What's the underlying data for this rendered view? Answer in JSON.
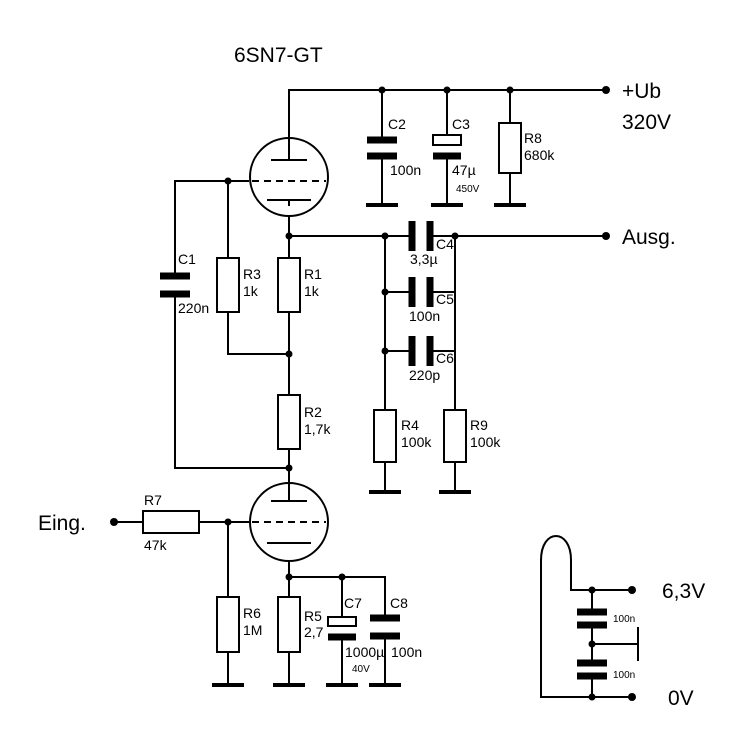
{
  "tube_type": "6SN7-GT",
  "terminals": {
    "ub_label": "+Ub",
    "ub_voltage": "320V",
    "output": "Ausg.",
    "input": "Eing.",
    "heater": "6,3V",
    "ground": "0V"
  },
  "components": {
    "C1": {
      "name": "C1",
      "value": "220n"
    },
    "C2": {
      "name": "C2",
      "value": "100n"
    },
    "C3": {
      "name": "C3",
      "value": "47µ",
      "rating": "450V"
    },
    "C4": {
      "name": "C4",
      "value": "3,3µ"
    },
    "C5": {
      "name": "C5",
      "value": "100n"
    },
    "C6": {
      "name": "C6",
      "value": "220p"
    },
    "C7": {
      "name": "C7",
      "value": "1000µ",
      "rating": "40V"
    },
    "C8": {
      "name": "C8",
      "value": "100n"
    },
    "R1": {
      "name": "R1",
      "value": "1k"
    },
    "R2": {
      "name": "R2",
      "value": "1,7k"
    },
    "R3": {
      "name": "R3",
      "value": "1k"
    },
    "R4": {
      "name": "R4",
      "value": "100k"
    },
    "R5": {
      "name": "R5",
      "value": "2,7"
    },
    "R6": {
      "name": "R6",
      "value": "1M"
    },
    "R7": {
      "name": "R7",
      "value": "47k"
    },
    "R8": {
      "name": "R8",
      "value": "680k"
    },
    "R9": {
      "name": "R9",
      "value": "100k"
    }
  },
  "heater_caps": {
    "top": "100n",
    "bottom": "100n"
  }
}
